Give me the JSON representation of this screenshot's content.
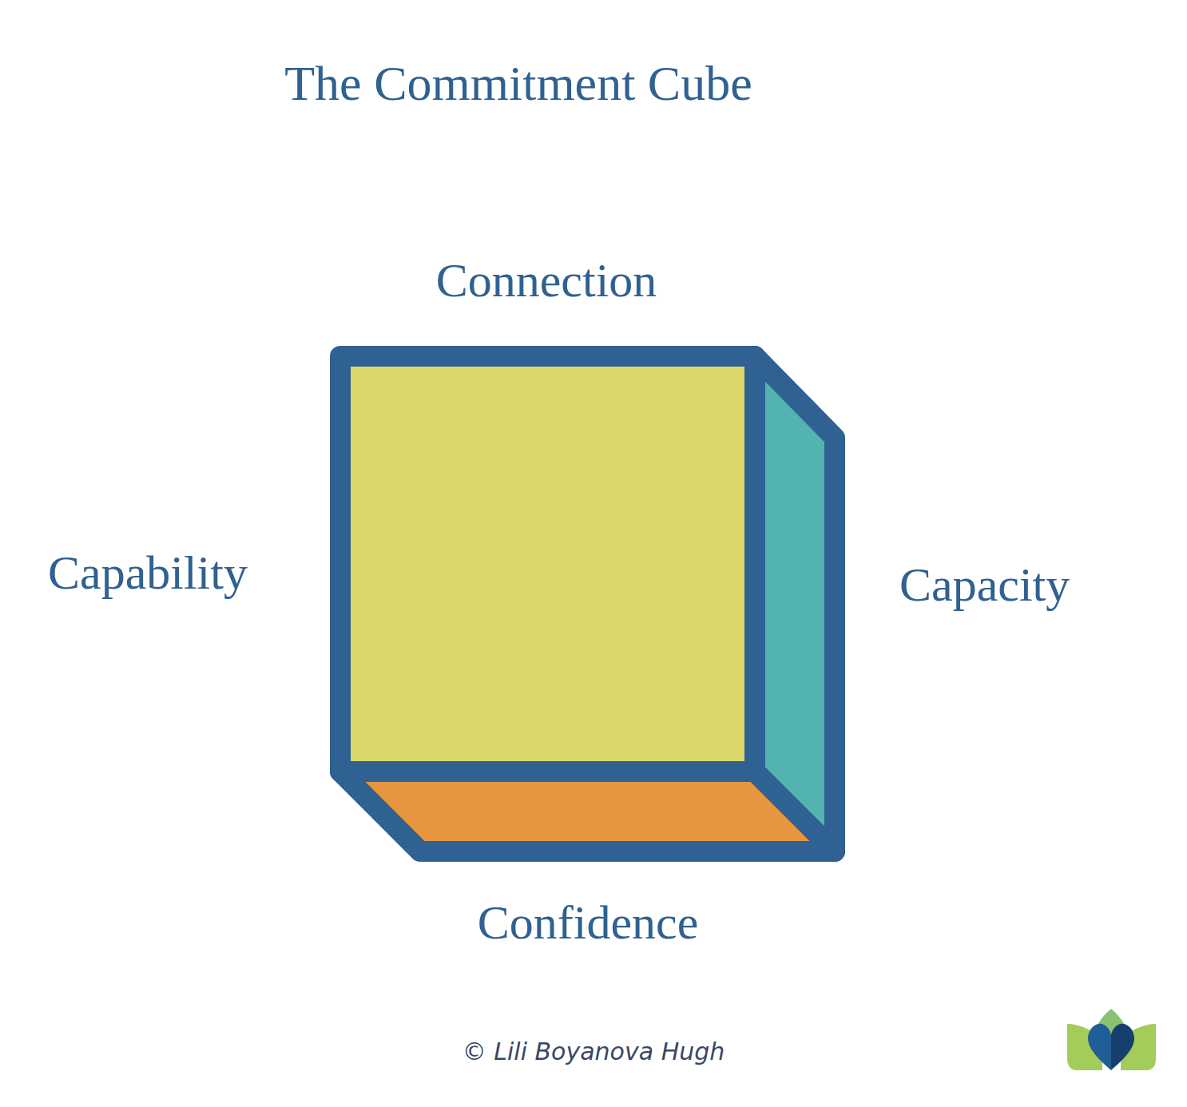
{
  "diagram": {
    "title": "The Commitment Cube",
    "labels": [
      "Connection",
      "Capability",
      "Capacity",
      "Confidence",
      "© Lili Boyanova Hugh"
    ]
  }
}
